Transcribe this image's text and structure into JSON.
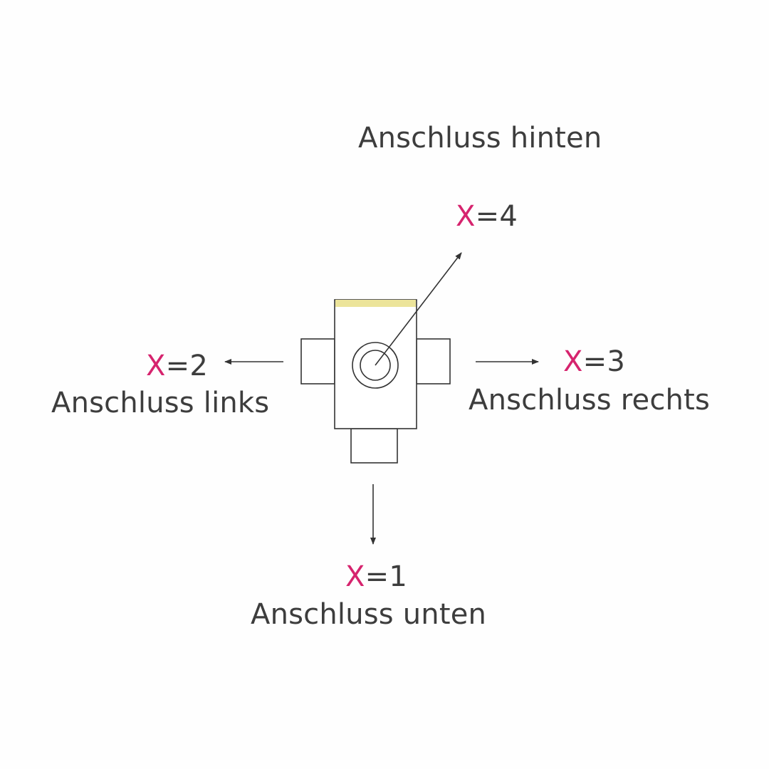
{
  "colors": {
    "variable": "#d6246e",
    "text": "#3d3d3d",
    "line": "#333333",
    "top_strip": "#ece49a"
  },
  "ports": {
    "back": {
      "label": "Anschluss hinten",
      "var": "X",
      "value": "=4"
    },
    "left": {
      "label": "Anschluss links",
      "var": "X",
      "value": "=2"
    },
    "right": {
      "label": "Anschluss rechts",
      "var": "X",
      "value": "=3"
    },
    "bottom": {
      "label": "Anschluss unten",
      "var": "X",
      "value": "=1"
    }
  }
}
